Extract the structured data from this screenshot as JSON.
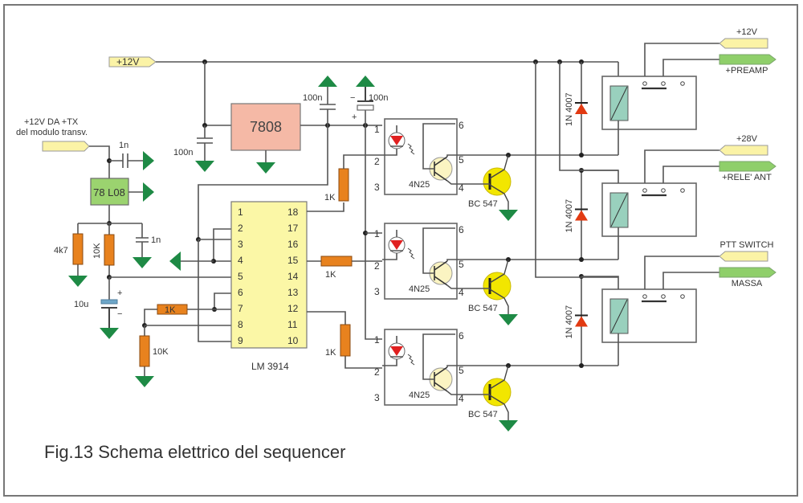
{
  "caption": "Fig.13 Schema elettrico del sequencer",
  "colors": {
    "ground": "#1e8a45",
    "resistor": "#e8821e",
    "connector_yellow": "#fbf3a6",
    "connector_green": "#8fcf6a",
    "regulator_7808": "#f5b9a6",
    "regulator_78L08": "#9bd36f",
    "lm3914": "#fbf7a6",
    "transistor": "#f2e600",
    "relay_coil": "#99d0bd",
    "diode": "#e23a12",
    "led": "#e02020"
  },
  "inputs": {
    "main_supply": "+12V",
    "tx_supply_line1": "+12V DA +TX",
    "tx_supply_line2": "del modulo transv."
  },
  "regulators": {
    "main": "7808",
    "small": "78 L08"
  },
  "capacitors": {
    "c_7808_in": "100n",
    "c_7808_out": "100n",
    "c_electro_top": "100n",
    "c_78l08_in": "1n",
    "c_78l08_out": "1n",
    "c_10u": "10u",
    "plus": "+",
    "minus": "−"
  },
  "resistors": {
    "r_4k7": "4k7",
    "r_10k_a": "10K",
    "r_1k_pin7": "1K",
    "r_10k_b": "10K",
    "r_1k_ch1": "1K",
    "r_1k_ch2": "1K",
    "r_1k_ch3": "1K"
  },
  "ic": {
    "name": "LM 3914",
    "left_pins": [
      "1",
      "2",
      "3",
      "4",
      "5",
      "6",
      "7",
      "8",
      "9"
    ],
    "right_pins": [
      "18",
      "17",
      "16",
      "15",
      "14",
      "13",
      "12",
      "11",
      "10"
    ]
  },
  "channels": [
    {
      "optocoupler": "4N25",
      "transistor": "BC 547",
      "diode": "1N 4007",
      "pins": [
        "1",
        "2",
        "3",
        "4",
        "5",
        "6"
      ]
    },
    {
      "optocoupler": "4N25",
      "transistor": "BC 547",
      "diode": "1N 4007",
      "pins": [
        "1",
        "2",
        "3",
        "4",
        "5",
        "6"
      ]
    },
    {
      "optocoupler": "4N25",
      "transistor": "BC 547",
      "diode": "1N 4007",
      "pins": [
        "1",
        "2",
        "3",
        "4",
        "5",
        "6"
      ]
    }
  ],
  "outputs": [
    {
      "top_label": "+12V",
      "bottom_label": "+PREAMP"
    },
    {
      "top_label": "+28V",
      "bottom_label": "+RELE' ANT"
    },
    {
      "top_label": "PTT SWITCH",
      "bottom_label": "MASSA"
    }
  ]
}
